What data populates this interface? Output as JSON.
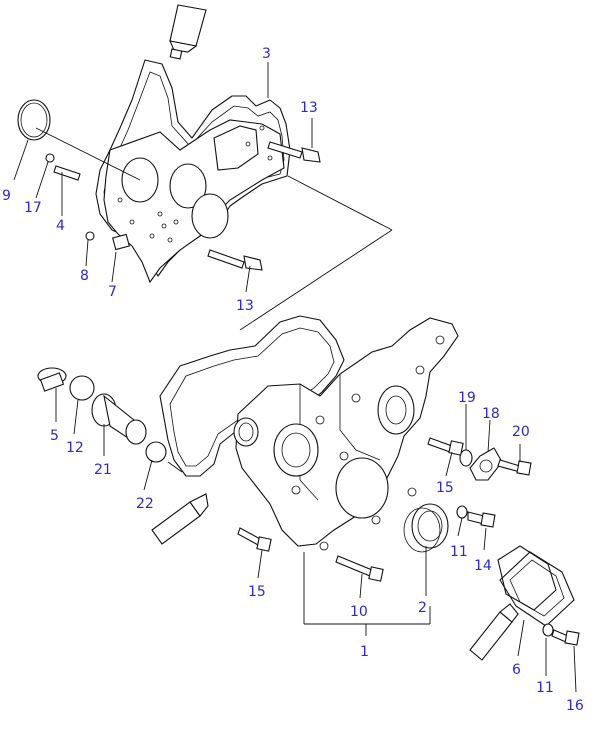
{
  "diagram": {
    "callouts": [
      {
        "key": "c3",
        "label": "3"
      },
      {
        "key": "c13a",
        "label": "13"
      },
      {
        "key": "c9",
        "label": "9"
      },
      {
        "key": "c17",
        "label": "17"
      },
      {
        "key": "c4",
        "label": "4"
      },
      {
        "key": "c8",
        "label": "8"
      },
      {
        "key": "c7",
        "label": "7"
      },
      {
        "key": "c13b",
        "label": "13"
      },
      {
        "key": "c19",
        "label": "19"
      },
      {
        "key": "c18",
        "label": "18"
      },
      {
        "key": "c20",
        "label": "20"
      },
      {
        "key": "c5",
        "label": "5"
      },
      {
        "key": "c12",
        "label": "12"
      },
      {
        "key": "c21",
        "label": "21"
      },
      {
        "key": "c22",
        "label": "22"
      },
      {
        "key": "c15a",
        "label": "15"
      },
      {
        "key": "c11a",
        "label": "11"
      },
      {
        "key": "c14",
        "label": "14"
      },
      {
        "key": "c15b",
        "label": "15"
      },
      {
        "key": "c10",
        "label": "10"
      },
      {
        "key": "c2",
        "label": "2"
      },
      {
        "key": "c1",
        "label": "1"
      },
      {
        "key": "c6",
        "label": "6"
      },
      {
        "key": "c11b",
        "label": "11"
      },
      {
        "key": "c16",
        "label": "16"
      }
    ],
    "colors": {
      "callout": "#2a2ad0",
      "line": "#111111",
      "background": "#ffffff"
    }
  }
}
